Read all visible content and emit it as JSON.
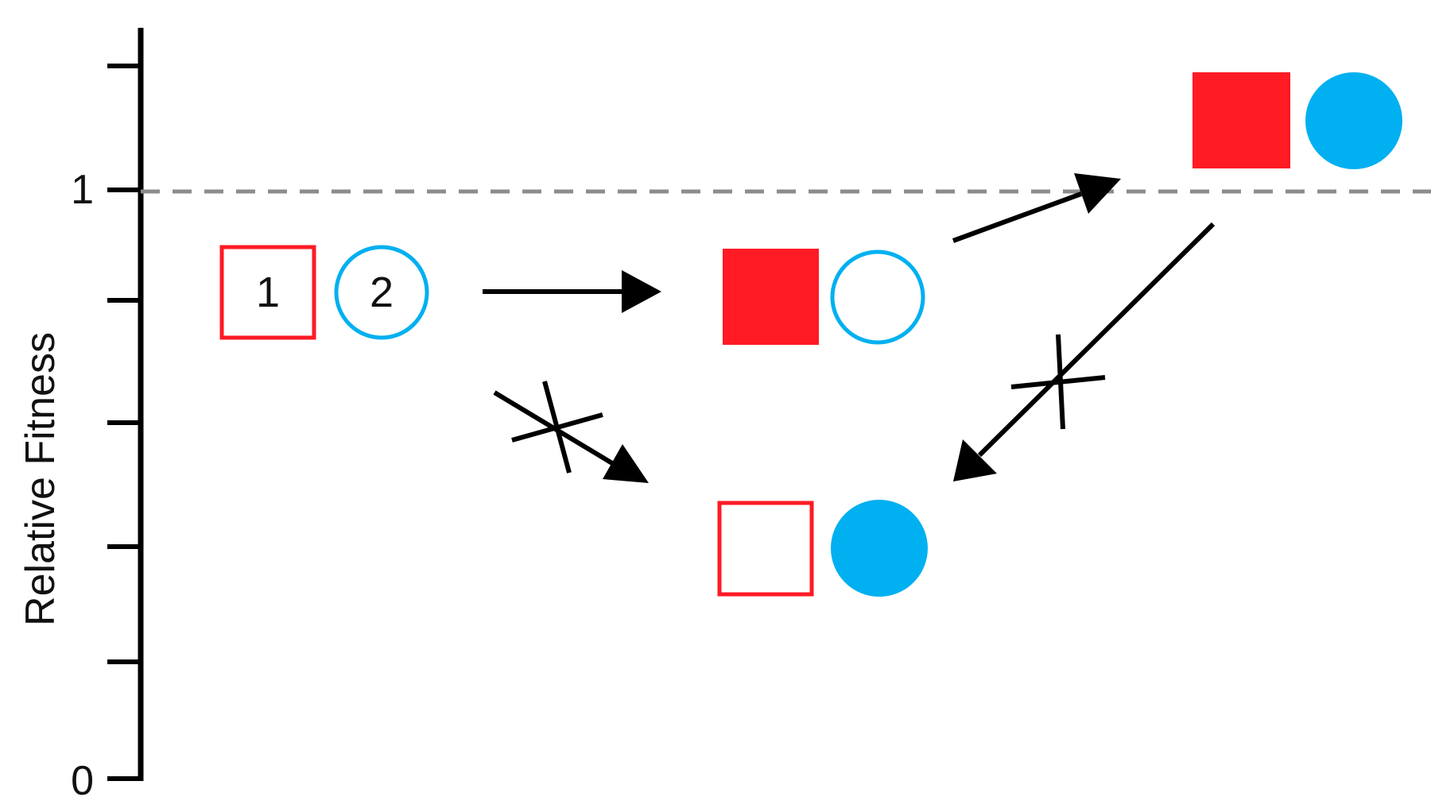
{
  "axis": {
    "label": "Relative Fitness",
    "tick_labels": {
      "top": "1",
      "bottom": "0"
    },
    "reference_value": 1
  },
  "genotypes": [
    {
      "id": "ancestral",
      "locus_1_label": "1",
      "locus_2_label": "2",
      "locus_1_mutated": false,
      "locus_2_mutated": false
    },
    {
      "id": "mutation-1-only",
      "locus_1_mutated": true,
      "locus_2_mutated": false
    },
    {
      "id": "double-mutant",
      "locus_1_mutated": true,
      "locus_2_mutated": true
    },
    {
      "id": "mutation-2-only",
      "locus_1_mutated": false,
      "locus_2_mutated": true
    }
  ],
  "transitions": [
    {
      "from": "ancestral",
      "to": "mutation-1-only",
      "blocked": false
    },
    {
      "from": "mutation-1-only",
      "to": "double-mutant",
      "blocked": false
    },
    {
      "from": "ancestral",
      "to": "mutation-2-only",
      "blocked": true
    },
    {
      "from": "double-mutant",
      "to": "mutation-2-only",
      "blocked": true
    }
  ],
  "colors": {
    "locus_1": "#ff1a24",
    "locus_2": "#00b0f0",
    "axis": "#000000",
    "arrow": "#000000",
    "reference_line": "#8c8c8c"
  }
}
